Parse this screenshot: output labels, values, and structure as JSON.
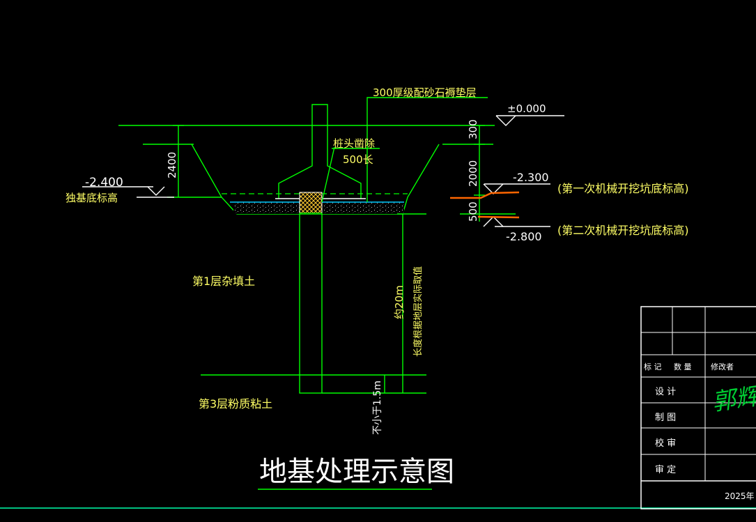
{
  "drawing": {
    "title": "地基处理示意图",
    "cushion_note": "300厚级配砂石褥垫层",
    "pile_head_note_1": "桩头凿除",
    "pile_head_note_2": "500长",
    "elev_zero": "±0.000",
    "elev_left": "-2.400",
    "elev_left_label": "独基底标高",
    "elev_1": "-2.300",
    "elev_1_label": "(第一次机械开挖坑底标高)",
    "elev_2": "-2.800",
    "elev_2_label": "(第二次机械开挖坑底标高)",
    "dim_2400": "2400",
    "dim_300": "300",
    "dim_2000": "2000",
    "dim_500": "500",
    "dim_pile_length": "约20m",
    "pile_length_note": "长度根据地层实际取值",
    "dim_embed": "不小于1.5m",
    "layer_1": "第1层杂填土",
    "layer_3": "第3层粉质粘土"
  },
  "title_block": {
    "mark": "标 记",
    "qty": "数 量",
    "modifier": "修改者",
    "design": "设 计",
    "draw": "制 图",
    "check": "校 审",
    "approve": "审 定",
    "signature": "郭辉",
    "date": "2025年"
  },
  "colors": {
    "background": "#000000",
    "lines": "#00ff00",
    "text": "#ffff66",
    "signature": "#00cc33",
    "excavation_mark": "#ff6600",
    "cushion_fill": "#00ccff"
  }
}
